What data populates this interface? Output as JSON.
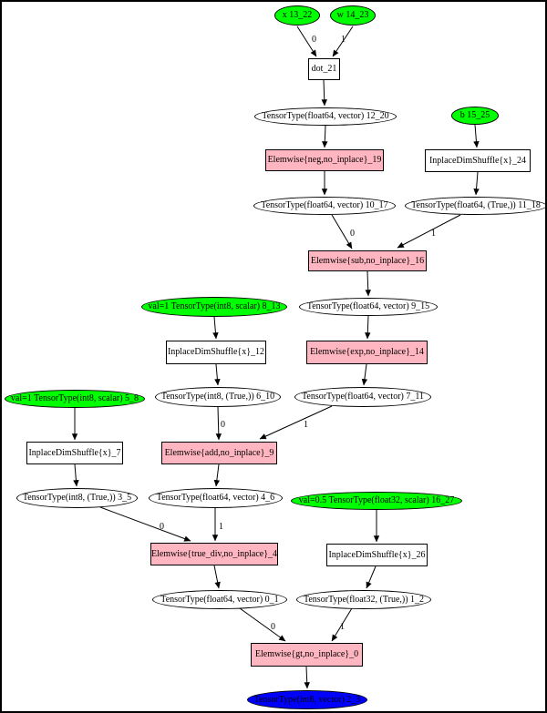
{
  "colors": {
    "input_constant_fill": "#00ff00",
    "op_fill": "#ffb6c1",
    "output_fill": "#0000ff",
    "intermediate_fill": "#ffffff",
    "border": "#000000",
    "edge": "#000000"
  },
  "nodes": {
    "x_13_22": {
      "label": "x 13_22"
    },
    "w_14_23": {
      "label": "w 14_23"
    },
    "dot_21": {
      "label": "dot_21"
    },
    "tt_12_20": {
      "label": "TensorType(float64, vector) 12_20"
    },
    "neg_19": {
      "label": "Elemwise{neg,no_inplace}_19"
    },
    "b_15_25": {
      "label": "b 15_25"
    },
    "ids_24": {
      "label": "InplaceDimShuffle{x}_24"
    },
    "tt_10_17": {
      "label": "TensorType(float64, vector) 10_17"
    },
    "tt_11_18": {
      "label": "TensorType(float64, (True,)) 11_18"
    },
    "sub_16": {
      "label": "Elemwise{sub,no_inplace}_16"
    },
    "val_8_13": {
      "label": "val=1 TensorType(int8, scalar) 8_13"
    },
    "tt_9_15": {
      "label": "TensorType(float64, vector) 9_15"
    },
    "ids_12": {
      "label": "InplaceDimShuffle{x}_12"
    },
    "exp_14": {
      "label": "Elemwise{exp,no_inplace}_14"
    },
    "tt_6_10": {
      "label": "TensorType(int8, (True,)) 6_10"
    },
    "tt_7_11": {
      "label": "TensorType(float64, vector) 7_11"
    },
    "val_5_8": {
      "label": "val=1 TensorType(int8, scalar) 5_8"
    },
    "ids_7": {
      "label": "InplaceDimShuffle{x}_7"
    },
    "tt_3_5": {
      "label": "TensorType(int8, (True,)) 3_5"
    },
    "tt_4_6": {
      "label": "TensorType(float64, vector) 4_6"
    },
    "add_9": {
      "label": "Elemwise{add,no_inplace}_9"
    },
    "val_16_27": {
      "label": "val=0.5 TensorType(float32, scalar) 16_27"
    },
    "true_div_4": {
      "label": "Elemwise{true_div,no_inplace}_4"
    },
    "ids_26": {
      "label": "InplaceDimShuffle{x}_26"
    },
    "tt_0_1": {
      "label": "TensorType(float64, vector) 0_1"
    },
    "tt_1_2": {
      "label": "TensorType(float32, (True,)) 1_2"
    },
    "gt_0": {
      "label": "Elemwise{gt,no_inplace}_0"
    },
    "tt_2_3": {
      "label": "TensorType(int8, vector) 2_3"
    }
  },
  "edge_labels": {
    "dot_0": "0",
    "dot_1": "1",
    "sub_0": "0",
    "sub_1": "1",
    "add_0": "0",
    "add_1": "1",
    "div_0": "0",
    "div_1": "1",
    "gt_0": "0",
    "gt_1": "1"
  }
}
